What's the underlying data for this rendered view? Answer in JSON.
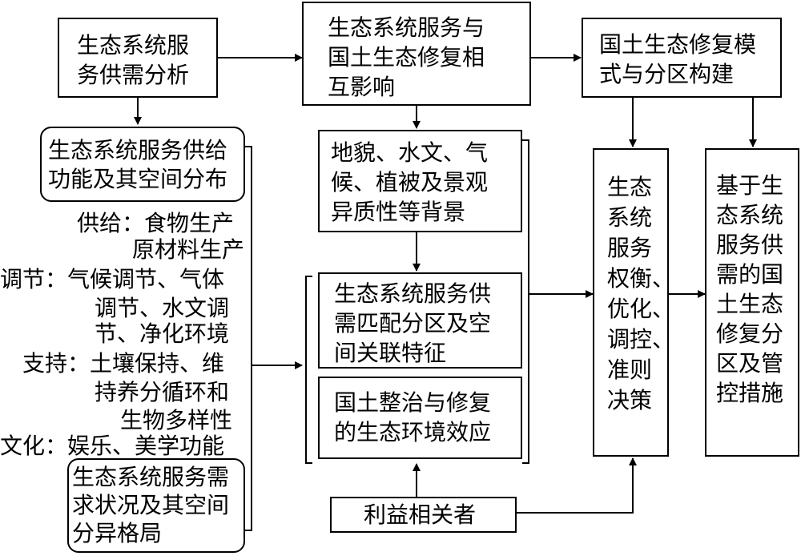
{
  "boxes": {
    "supply_demand_analysis": [
      "生态系统服",
      "务供需分析"
    ],
    "interaction": [
      "生态系统服务与",
      "国土生态修复相",
      "互影响"
    ],
    "mode_zoning": [
      "国土生态修复模",
      "式与分区构建"
    ],
    "supply_function": [
      "生态系统服务供给",
      "功能及其空间分布"
    ],
    "background": [
      "地貌、水文、气",
      "候、植被及景观",
      "异质性等背景"
    ],
    "matching_zoning": [
      "生态系统服务供",
      "需匹配分区及空",
      "间关联特征"
    ],
    "env_effect": [
      "国土整治与修复",
      "的生态环境效应"
    ],
    "tradeoff": [
      "生态",
      "系统",
      "服务",
      "权衡、",
      "优化、",
      "调控、",
      "准则",
      "决策"
    ],
    "measures": [
      "基于生",
      "态系统",
      "服务供",
      "需的国",
      "土生态",
      "修复分",
      "区及管",
      "控措施"
    ],
    "demand_status": [
      "生态系统服务需",
      "求状况及其空间",
      "分异格局"
    ],
    "stakeholders": [
      "利益相关者"
    ]
  },
  "service_list": [
    "供给：食物生产",
    "原材料生产",
    "调节：气候调节、气体",
    "调节、水文调",
    "节、净化环境",
    "支持：土壤保持、维",
    "持养分循环和",
    "生物多样性",
    "文化：娱乐、美学功能"
  ]
}
